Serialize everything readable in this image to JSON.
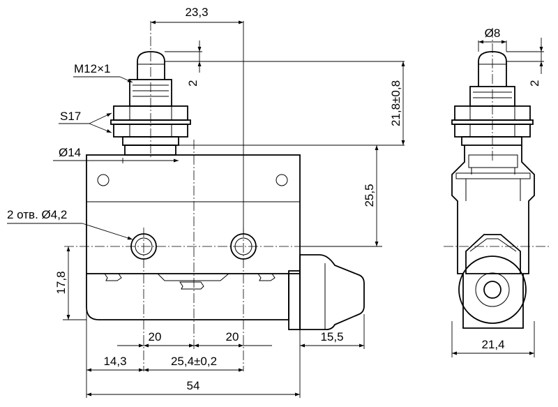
{
  "drawing": {
    "front_view": {
      "dim_plunger_offset": "23,3",
      "label_thread": "M12×1",
      "dim_tip": "2",
      "label_nut": "S17",
      "label_base_dia": "Ø14",
      "label_holes": "2 отв. Ø4,2",
      "dim_stroke": "21,8±0,8",
      "dim_height_to_axis": "25,5",
      "dim_axis_from_bottom": "17,8",
      "dim_hole_left": "20",
      "dim_hole_right": "20",
      "dim_roller_width": "15,5",
      "dim_left_edge": "14,3",
      "dim_hole_spacing": "25,4±0,2",
      "dim_total_length": "54"
    },
    "side_view": {
      "label_plunger_dia": "Ø8",
      "dim_tip": "2",
      "dim_width": "21,4"
    }
  }
}
